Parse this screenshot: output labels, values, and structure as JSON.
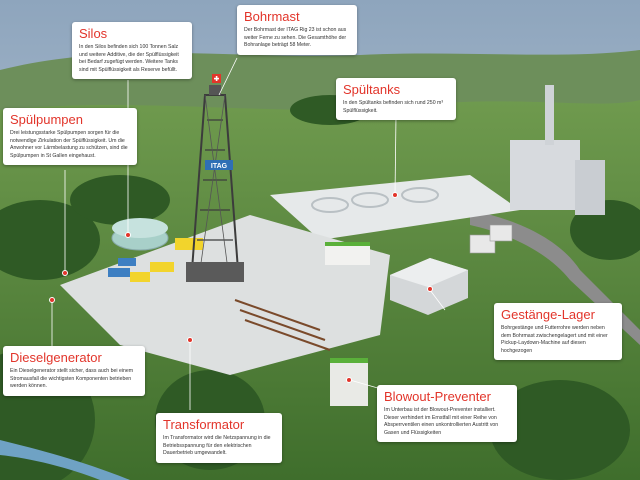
{
  "callouts": [
    {
      "id": "silos",
      "title": "Silos",
      "text": "In den Silos befinden sich 100 Tonnen Salz und weitere Additive, die der Spülflüssigkeit bei Bedarf zugefügt werden. Weitere Tanks sind mit Spülflüssigkeit als Reserve befüllt."
    },
    {
      "id": "bohrmast",
      "title": "Bohrmast",
      "text": "Der Bohrmast der ITAG Rig 23 ist schon aus weiter Ferne zu sehen. Die Gesamthöhe der Bohranlage beträgt 58 Meter."
    },
    {
      "id": "spueltanks",
      "title": "Spültanks",
      "text": "In den Spültanks befinden sich rund 250 m³ Spülflüssigkeit."
    },
    {
      "id": "spuelpumpen",
      "title": "Spülpumpen",
      "text": "Drei leistungsstarke Spülpumpen sorgen für die notwendige Zirkulation der Spülflüssigkeit. Um die Anwohner vor Lärmbelastung zu schützen, sind die Spülpumpen in St Gallen eingehaust."
    },
    {
      "id": "gestaenge",
      "title": "Gestänge-Lager",
      "text": "Bohrgestänge und Futterrohre werden neben dem Bohrmast zwischengelagert und mit einer Pickup-Laydown-Machine auf diesen hochgezogen"
    },
    {
      "id": "dieselgenerator",
      "title": "Dieselgenerator",
      "text": "Ein Dieselgenerator stellt sicher, dass auch bei einem Stromausfall die wichtigsten Komponenten betrieben werden können."
    },
    {
      "id": "blowout",
      "title": "Blowout-Preventer",
      "text": "Im Unterbau ist der Blowout-Preventer installiert. Dieser verhindert im Ernstfall mit einer Reihe von Absperrventilen einen unkontrollierten Austritt von Gasen und Flüssigkeiten"
    },
    {
      "id": "transformator",
      "title": "Transformator",
      "text": "Im Transformator wird die Netzspannung in die Betriebsspannung für den elektrischen Dauerbetrieb umgewandelt."
    }
  ],
  "rig_sign": "ITAG",
  "colors": {
    "accent": "#e2352b",
    "sky": "#9fb3c8",
    "grass": "#4f7f3a",
    "pad": "#dde0e0"
  }
}
